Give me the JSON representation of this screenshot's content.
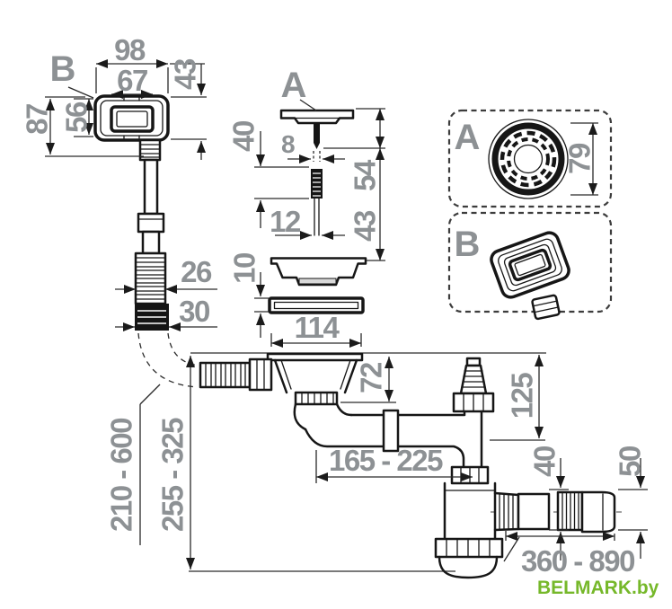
{
  "callouts": {
    "drain_cap": "A",
    "overflow": "B"
  },
  "panels": {
    "a": "A",
    "b": "B"
  },
  "dims": {
    "overflow_width": "98",
    "overflow_inner_width": "67",
    "overflow_inner_height": "43",
    "overflow_height": "56",
    "overflow_depth": "87",
    "hose_small_od": "26",
    "hose_large_od": "30",
    "hose_length": "210 - 600",
    "pin_diameter": "8",
    "screw_length": "40",
    "screw_diameter": "12",
    "cap_height": "54",
    "screw_height": "43",
    "washer_height": "10",
    "flange_diameter": "114",
    "body_height": "72",
    "strainer_diameter": "79",
    "side_inlet_height": "125",
    "pipe_length": "165 - 225",
    "trap_drop": "255 - 325",
    "outlet_od": "40",
    "outlet_end_od": "50",
    "outlet_length": "360 - 890"
  },
  "watermark": {
    "text": "BELMARK.by",
    "color": "#76b82a"
  },
  "palette": {
    "outline": "#161616",
    "dimension": "#2a2a2a",
    "text": "#8d9194",
    "panel_dash": "#3c3c3c",
    "background": "#ffffff"
  }
}
